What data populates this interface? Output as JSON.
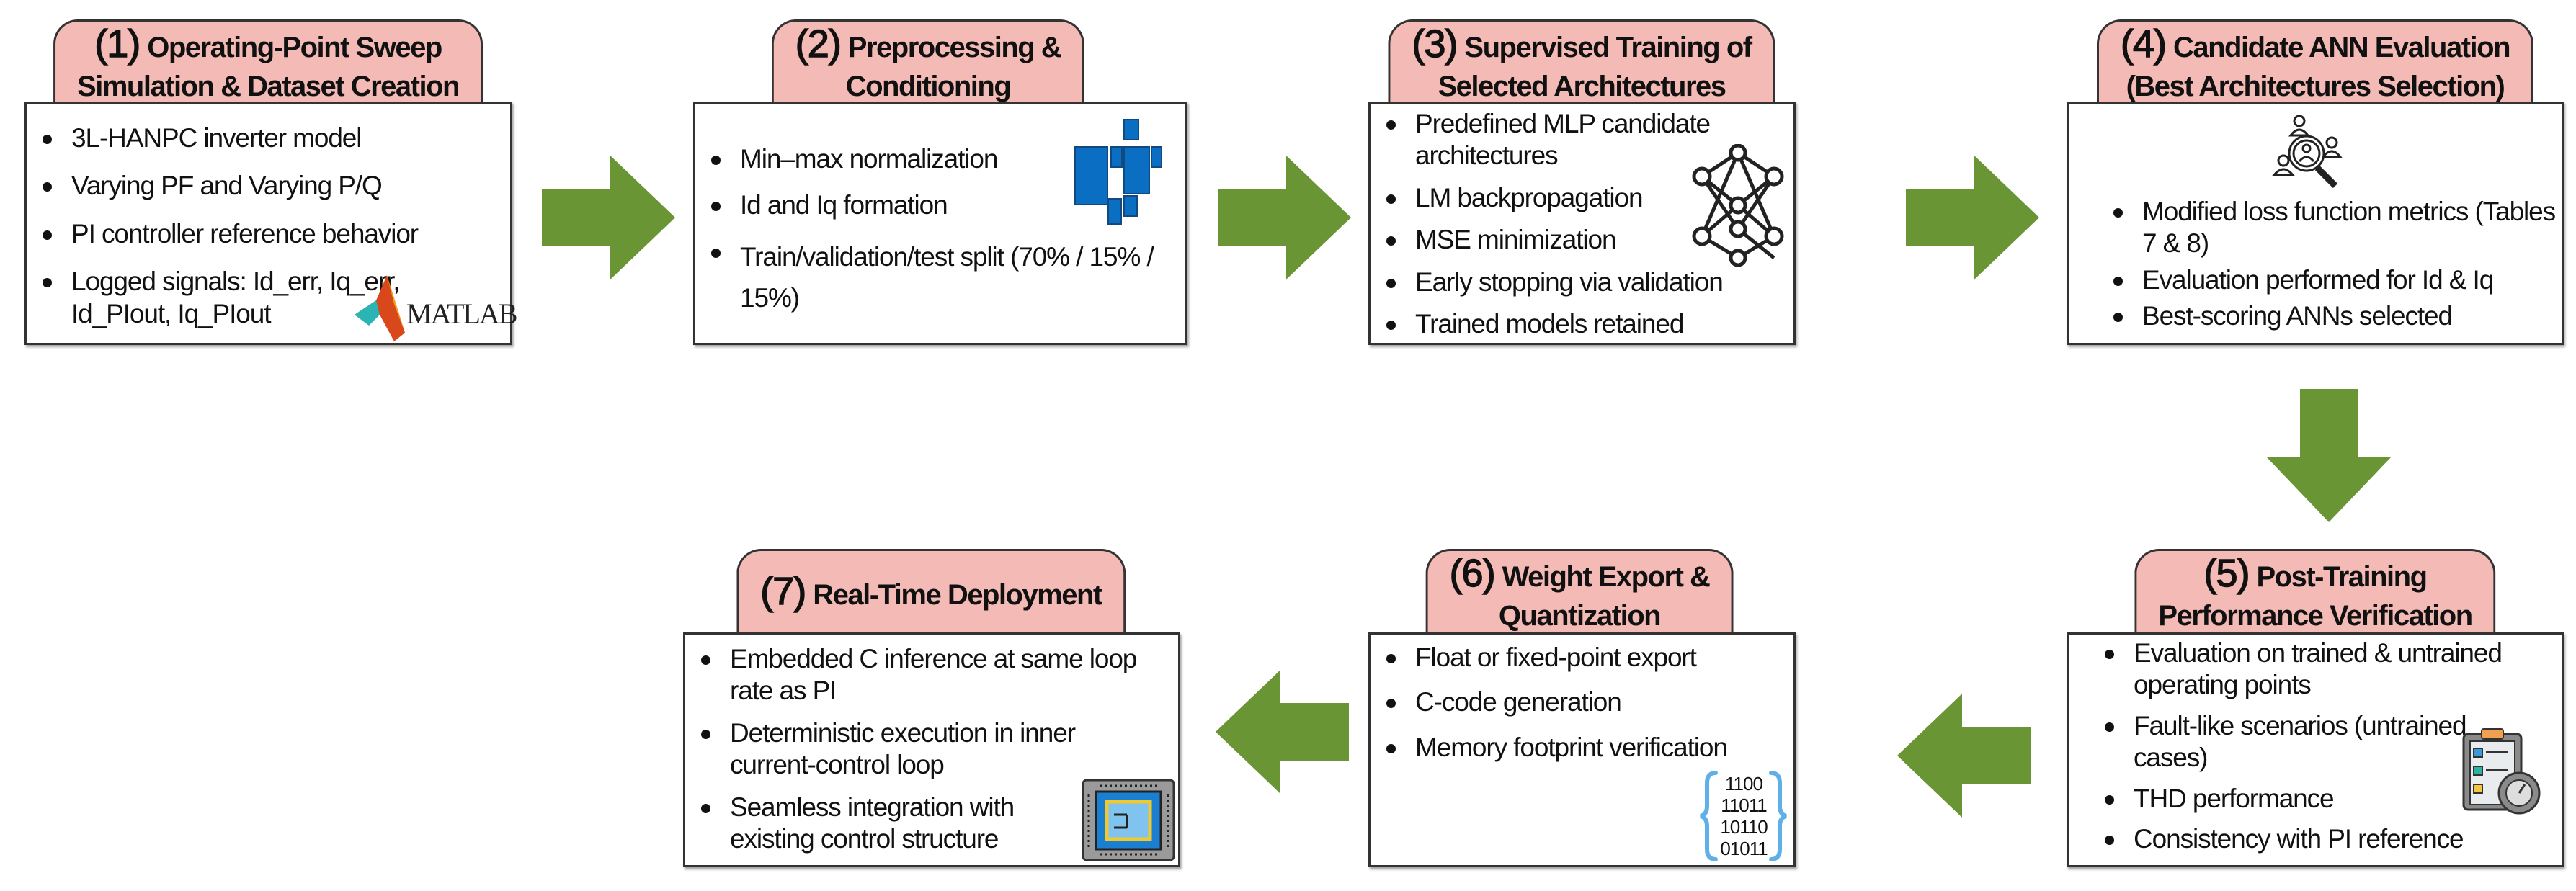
{
  "colors": {
    "header_fill": "#f4bab5",
    "arrow": "#6a9534",
    "border": "#333333"
  },
  "steps": [
    {
      "num": "(1)",
      "title_line1": "Operating-Point Sweep",
      "title_line2": "Simulation & Dataset Creation",
      "bullets": [
        "3L-HANPC inverter model",
        "Varying PF and Varying P/Q",
        "PI controller reference behavior",
        "Logged signals: Id_err, Iq_err, Id_PIout, Iq_PIout"
      ],
      "icon": "matlab-logo",
      "logo_text": "MATLAB"
    },
    {
      "num": "(2)",
      "title_line1": "Preprocessing &",
      "title_line2": "Conditioning",
      "bullets": [
        "Min–max normalization",
        "Id and Iq formation",
        "Train/validation/test split (70% / 15% / 15%)"
      ],
      "icon": "scattered-blocks-icon"
    },
    {
      "num": "(3)",
      "title_line1": "Supervised Training of",
      "title_line2": "Selected Architectures",
      "bullets": [
        "Predefined MLP candidate architectures",
        "LM backpropagation",
        "MSE minimization",
        "Early stopping via validation",
        "Trained models retained"
      ],
      "icon": "neural-network-icon"
    },
    {
      "num": "(4)",
      "title_line1": "Candidate ANN Evaluation",
      "title_line2": "(Best Architectures Selection)",
      "bullets": [
        "Modified loss function metrics (Tables 7 & 8)",
        "Evaluation performed for Id & Iq",
        "Best-scoring ANNs selected"
      ],
      "icon": "candidate-search-icon"
    },
    {
      "num": "(5)",
      "title_line1": "Post-Training",
      "title_line2": "Performance Verification",
      "bullets": [
        "Evaluation on trained & untrained operating points",
        "Fault-like scenarios (untrained cases)",
        "THD performance",
        "Consistency with PI reference"
      ],
      "icon": "checklist-gauge-icon"
    },
    {
      "num": "(6)",
      "title_line1": "Weight Export &",
      "title_line2": "Quantization",
      "bullets": [
        "Float or fixed-point export",
        "C-code generation",
        "Memory footprint verification"
      ],
      "icon": "binary-code-icon",
      "binary_lines": [
        "1100",
        "11011",
        "10110",
        "01011"
      ]
    },
    {
      "num": "(7)",
      "title_line1": "Real-Time Deployment",
      "title_line2": "",
      "bullets": [
        "Embedded C inference at same loop rate as PI",
        "Deterministic execution in inner current-control loop",
        "Seamless integration with existing control structure"
      ],
      "icon": "microchip-icon"
    }
  ]
}
